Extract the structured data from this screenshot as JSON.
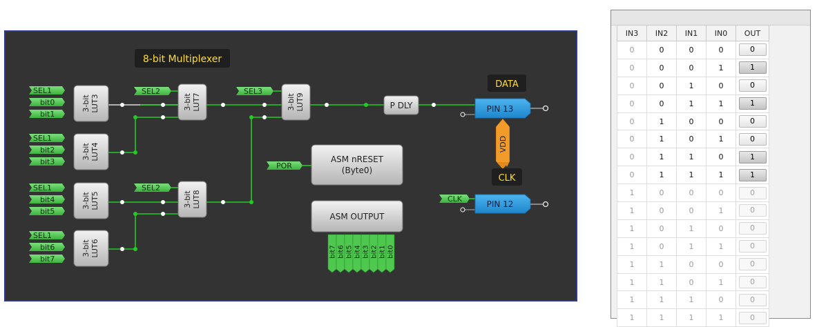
{
  "diagram": {
    "title": "8-bit Multiplexer",
    "inputs": {
      "lut3": [
        "SEL1",
        "bit0",
        "bit1"
      ],
      "lut4": [
        "SEL1",
        "bit2",
        "bit3"
      ],
      "lut5": [
        "SEL1",
        "bit4",
        "bit5"
      ],
      "lut6": [
        "SEL1",
        "bit6",
        "bit7"
      ],
      "sel2_top": "SEL2",
      "sel2_bottom": "SEL2",
      "sel3": "SEL3",
      "por": "POR",
      "clk": "CLK"
    },
    "luts": {
      "lut_prefix": "3-bit",
      "lut3": "LUT3",
      "lut4": "LUT4",
      "lut5": "LUT5",
      "lut6": "LUT6",
      "lut7": "LUT7",
      "lut8": "LUT8",
      "lut9": "LUT9"
    },
    "pdly": "P DLY",
    "pins": {
      "data_label": "DATA",
      "pin13": "PIN 13",
      "clk_label": "CLK",
      "pin12": "PIN 12",
      "vdd": "VDD"
    },
    "asm_reset": {
      "line1": "ASM nRESET",
      "line2": "(Byte0)"
    },
    "asm_output": {
      "label": "ASM OUTPUT",
      "bits": [
        "bit7",
        "bit6",
        "bit5",
        "bit4",
        "bit3",
        "bit2",
        "bit1",
        "bit0"
      ]
    }
  },
  "truth_table": {
    "headers": [
      "IN3",
      "IN2",
      "IN1",
      "IN0",
      "OUT"
    ],
    "rows": [
      [
        "0",
        "0",
        "0",
        "0",
        "0"
      ],
      [
        "0",
        "0",
        "0",
        "1",
        "1"
      ],
      [
        "0",
        "0",
        "1",
        "0",
        "0"
      ],
      [
        "0",
        "0",
        "1",
        "1",
        "1"
      ],
      [
        "0",
        "1",
        "0",
        "0",
        "0"
      ],
      [
        "0",
        "1",
        "0",
        "1",
        "0"
      ],
      [
        "0",
        "1",
        "1",
        "0",
        "1"
      ],
      [
        "0",
        "1",
        "1",
        "1",
        "1"
      ],
      [
        "1",
        "0",
        "0",
        "0",
        "0"
      ],
      [
        "1",
        "0",
        "0",
        "1",
        "0"
      ],
      [
        "1",
        "0",
        "1",
        "0",
        "0"
      ],
      [
        "1",
        "0",
        "1",
        "1",
        "0"
      ],
      [
        "1",
        "1",
        "0",
        "0",
        "0"
      ],
      [
        "1",
        "1",
        "0",
        "1",
        "0"
      ],
      [
        "1",
        "1",
        "1",
        "0",
        "0"
      ],
      [
        "1",
        "1",
        "1",
        "1",
        "0"
      ]
    ],
    "active_rows": 8,
    "highlighted_out": [
      1,
      3,
      6,
      7
    ]
  },
  "colors": {
    "canvas_bg": "#333333",
    "canvas_border": "#2d3a91",
    "wire": "#22cc22",
    "signal_green": "#4fc84f",
    "pin_blue": "#2b9be0",
    "vdd_orange": "#e38a1a",
    "label_yellow": "#ffdd33"
  }
}
